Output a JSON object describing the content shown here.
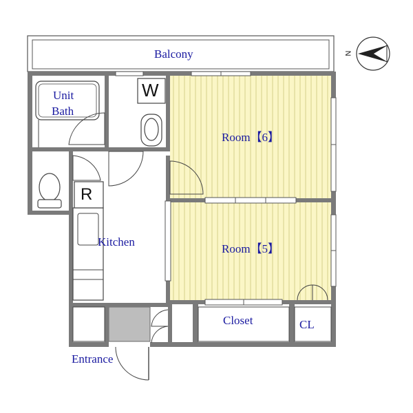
{
  "labels": {
    "balcony": "Balcony",
    "unit_bath_line1": "Unit",
    "unit_bath_line2": "Bath",
    "room6": "Room【6】",
    "room5": "Room【5】",
    "kitchen": "Kitchen",
    "closet": "Closet",
    "cl": "CL",
    "entrance": "Entrance",
    "washer": "W",
    "fridge": "R",
    "north": "N"
  },
  "colors": {
    "wall": "#7a7a7a",
    "tatami_fill": "#fbf6c6",
    "tatami_line": "#d6d08a",
    "genkan_fill": "#bdbdbd",
    "label_text": "#1a1aa0"
  }
}
